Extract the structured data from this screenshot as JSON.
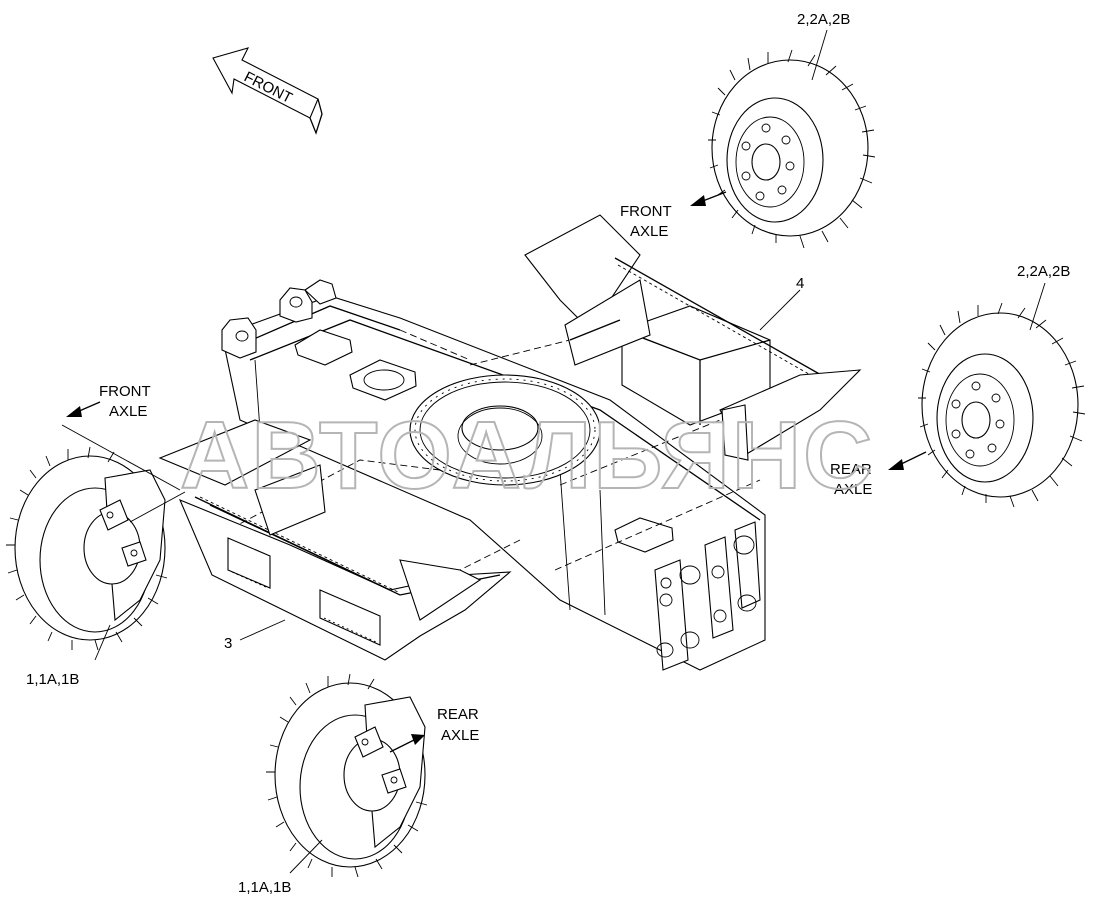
{
  "diagram": {
    "direction_arrow": "FRONT",
    "callouts": {
      "tire_top": "2,2A,2B",
      "tire_right": "2,2A,2B",
      "tire_left": "1,1A,1B",
      "tire_bottom": "1,1A,1B",
      "part_3": "3",
      "part_4": "4"
    },
    "axle_labels": {
      "top_front_line1": "FRONT",
      "top_front_line2": "AXLE",
      "left_front_line1": "FRONT",
      "left_front_line2": "AXLE",
      "right_rear_line1": "REAR",
      "right_rear_line2": "AXLE",
      "bottom_rear_line1": "REAR",
      "bottom_rear_line2": "AXLE"
    },
    "watermark": "АВТОАЛЬЯНС"
  }
}
